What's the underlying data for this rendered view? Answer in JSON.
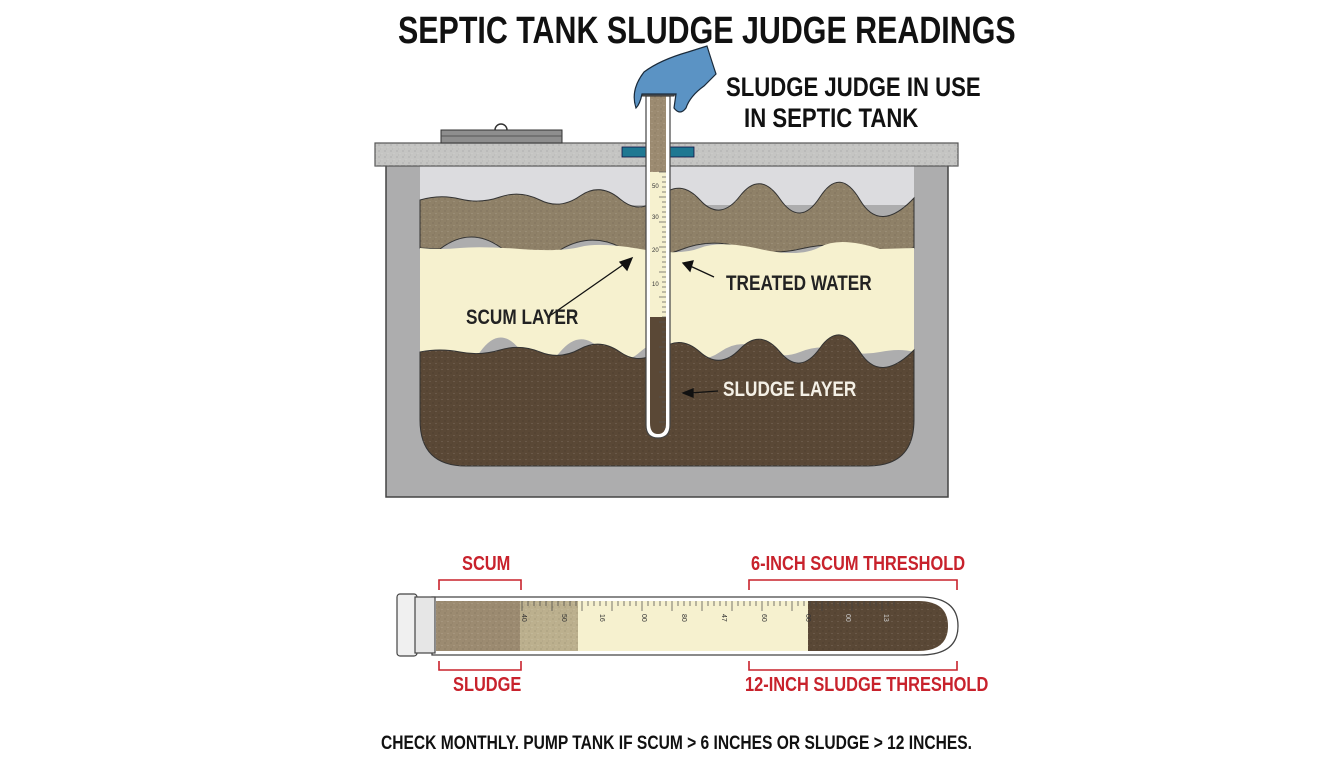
{
  "title": "SEPTIC TANK SLUDGE JUDGE READINGS",
  "callout": {
    "line1": "SLUDGE JUDGE IN USE",
    "line2": "IN SEPTIC TANK"
  },
  "tank_labels": {
    "scum_layer": "SCUM LAYER",
    "treated_water": "TREATED WATER",
    "sludge_layer": "SLUDGE LAYER"
  },
  "vertical_tube_scale": [
    "50",
    "30",
    "20",
    "10"
  ],
  "sample_tube": {
    "top_labels": {
      "scum": "SCUM",
      "scum_threshold": "6-INCH SCUM THRESHOLD"
    },
    "bottom_labels": {
      "sludge": "SLUDGE",
      "sludge_threshold": "12-INCH SLUDGE THRESHOLD"
    },
    "scale_labels": [
      "40",
      "50",
      "16",
      "00",
      "80",
      "47",
      "60",
      "00",
      "00",
      "13"
    ]
  },
  "footer": "CHECK MONTHLY. PUMP TANK IF SCUM > 6 INCHES OR SLUDGE > 12 INCHES.",
  "colors": {
    "scum": "#8f8168",
    "water": "#f6f1cf",
    "sludge": "#5a4836",
    "tank_wall": "#b0b0b2",
    "concrete": "#c5c5c3",
    "glove": "#5b93c4",
    "accent_red": "#c8222c",
    "teal_seal": "#1f7892"
  }
}
